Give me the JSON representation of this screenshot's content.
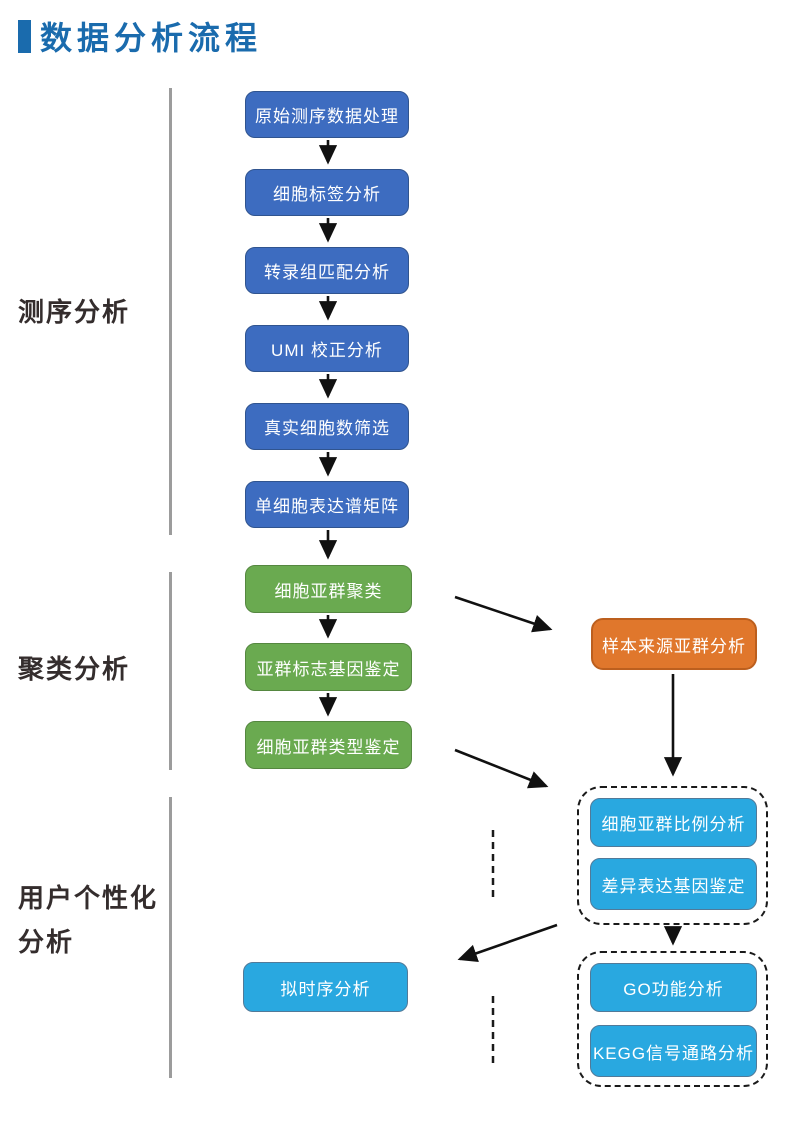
{
  "page": {
    "title": "数据分析流程"
  },
  "colors": {
    "title-blue": "#1A6BAD",
    "label-dark": "#342D2D",
    "divider-gray": "#9C9C9C",
    "node-blue": "#3D6CC0",
    "node-blue-border": "#30548F",
    "node-green": "#6AAA50",
    "node-green-border": "#558740",
    "node-orange": "#E0772C",
    "node-orange-border": "#BC5F1E",
    "node-lightblue": "#29A8E0",
    "node-lightblue-border": "#517A99"
  },
  "sections": {
    "sequencing": {
      "label": "测序分析"
    },
    "clustering": {
      "label": "聚类分析"
    },
    "personalized": {
      "label_line1": "用户个性化",
      "label_line2": "分析"
    }
  },
  "nodes": {
    "sequencing": [
      "原始测序数据处理",
      "细胞标签分析",
      "转录组匹配分析",
      "UMI 校正分析",
      "真实细胞数筛选",
      "单细胞表达谱矩阵"
    ],
    "clustering": [
      "细胞亚群聚类",
      "亚群标志基因鉴定",
      "细胞亚群类型鉴定"
    ],
    "sample_origin": "样本来源亚群分析",
    "group1": [
      "细胞亚群比例分析",
      "差异表达基因鉴定"
    ],
    "pseudotime": "拟时序分析",
    "group2": [
      "GO功能分析",
      "KEGG信号通路分析"
    ]
  }
}
